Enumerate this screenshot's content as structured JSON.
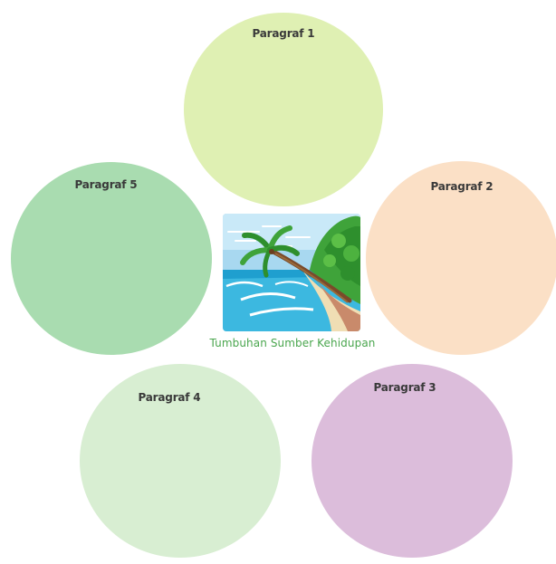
{
  "paragraphs": [
    {
      "id": "c1",
      "label": "Paragraf 1",
      "color": "#dff0b3"
    },
    {
      "id": "c2",
      "label": "Paragraf 2",
      "color": "#fbe0c6"
    },
    {
      "id": "c3",
      "label": "Paragraf 3",
      "color": "#dcbddb"
    },
    {
      "id": "c4",
      "label": "Paragraf 4",
      "color": "#d8eed2"
    },
    {
      "id": "c5",
      "label": "Paragraf 5",
      "color": "#a9dcb0"
    }
  ],
  "center": {
    "caption": "Tumbuhan Sumber Kehidupan",
    "caption_color": "#4aa64e",
    "image": "beach-palm-tree-illustration"
  }
}
